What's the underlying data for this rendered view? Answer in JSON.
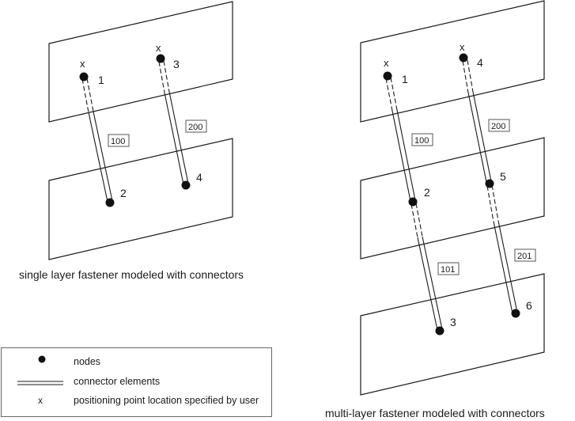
{
  "diagrams": {
    "single_layer": {
      "caption": "single layer fastener modeled with connectors",
      "nodes": [
        {
          "id": "1",
          "positioning_mark": "x"
        },
        {
          "id": "2"
        },
        {
          "id": "3",
          "positioning_mark": "x"
        },
        {
          "id": "4"
        }
      ],
      "elements": [
        {
          "id": "100",
          "from": "1",
          "to": "2"
        },
        {
          "id": "200",
          "from": "3",
          "to": "4"
        }
      ]
    },
    "multi_layer": {
      "caption": "multi-layer fastener modeled with connectors",
      "nodes": [
        {
          "id": "1",
          "positioning_mark": "x"
        },
        {
          "id": "2"
        },
        {
          "id": "3"
        },
        {
          "id": "4",
          "positioning_mark": "x"
        },
        {
          "id": "5"
        },
        {
          "id": "6"
        }
      ],
      "elements": [
        {
          "id": "100",
          "from": "1",
          "to": "2"
        },
        {
          "id": "101",
          "from": "2",
          "to": "3"
        },
        {
          "id": "200",
          "from": "4",
          "to": "5"
        },
        {
          "id": "201",
          "from": "5",
          "to": "6"
        }
      ]
    }
  },
  "legend": {
    "items": [
      {
        "symbol": "node-dot",
        "label": "nodes"
      },
      {
        "symbol": "double-line",
        "label": "connector elements"
      },
      {
        "symbol": "x",
        "label": "positioning point location specified by user"
      }
    ],
    "x_glyph": "x"
  }
}
